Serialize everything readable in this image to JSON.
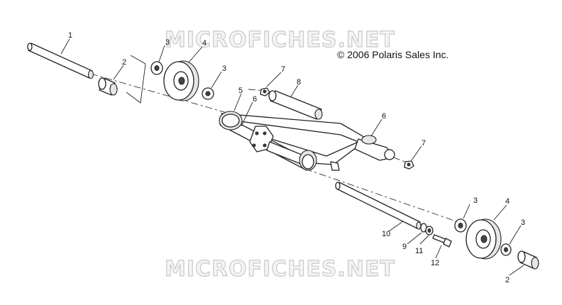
{
  "watermark": "MICROFICHES.NET",
  "copyright": "© 2006 Polaris Sales Inc.",
  "callouts": {
    "c1": "1",
    "c2a": "2",
    "c3a": "3",
    "c4a": "4",
    "c3b": "3",
    "c7a": "7",
    "c8": "8",
    "c5": "5",
    "c6a": "6",
    "c6b": "6",
    "c7b": "7",
    "c3c": "3",
    "c4b": "4",
    "c3d": "3",
    "c10": "10",
    "c9": "9",
    "c11": "11",
    "c12": "12",
    "c2b": "2"
  }
}
